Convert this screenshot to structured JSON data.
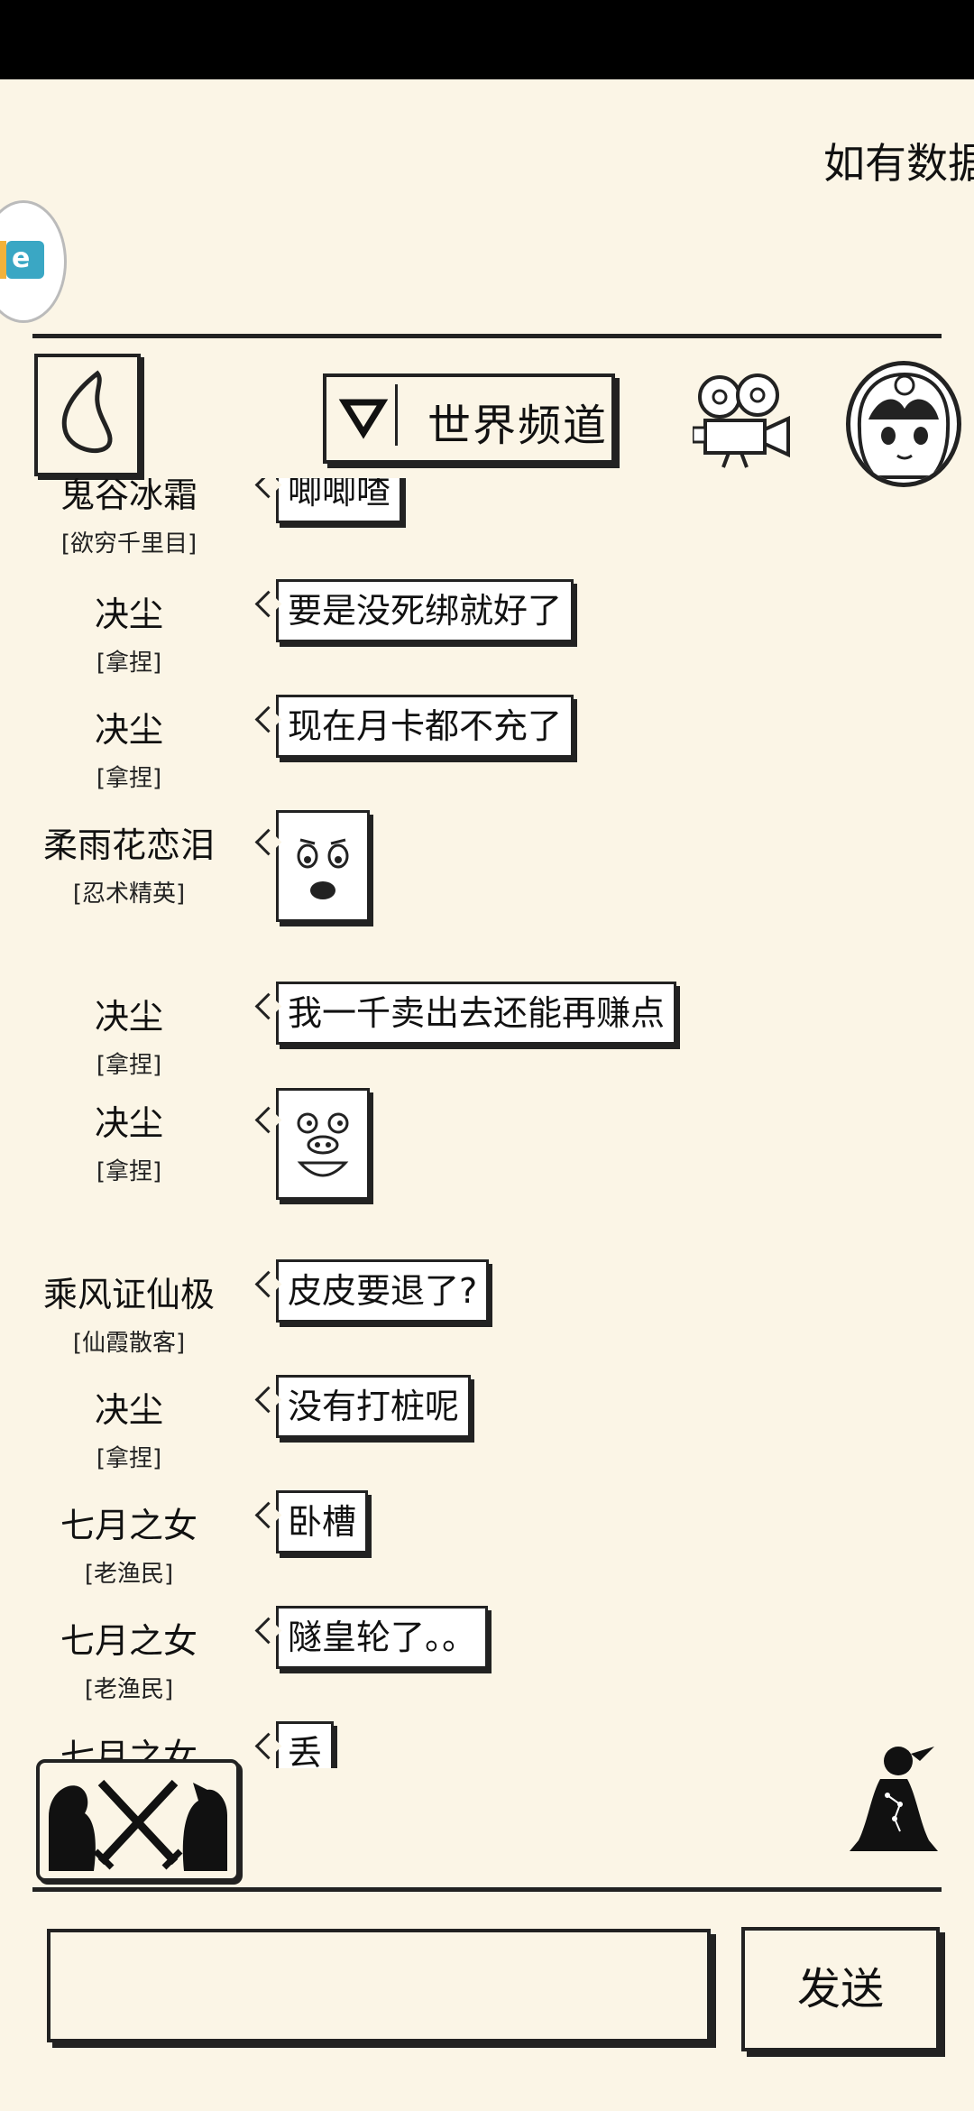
{
  "marquee": "如有数据",
  "header": {
    "channel": "世界频道"
  },
  "messages": [
    {
      "name": "鬼谷冰霜",
      "title": "[欲穷千里目]",
      "text": "唧唧喳"
    },
    {
      "name": "决尘",
      "title": "[拿捏]",
      "text": "要是没死绑就好了"
    },
    {
      "name": "决尘",
      "title": "[拿捏]",
      "text": "现在月卡都不充了"
    },
    {
      "name": "柔雨花恋泪",
      "title": "[忍术精英]",
      "sticker": "surprised-face-sticker"
    },
    {
      "name": "决尘",
      "title": "[拿捏]",
      "text": "我一千卖出去还能再赚点"
    },
    {
      "name": "决尘",
      "title": "[拿捏]",
      "sticker": "pig-face-sticker"
    },
    {
      "name": "乘风证仙极",
      "title": "[仙霞散客]",
      "text": "皮皮要退了?"
    },
    {
      "name": "决尘",
      "title": "[拿捏]",
      "text": "没有打桩呢"
    },
    {
      "name": "七月之女",
      "title": "[老渔民]",
      "text": "卧槽"
    },
    {
      "name": "七月之女",
      "title": "[老渔民]",
      "text": "隧皇轮了。。"
    },
    {
      "name": "七月之女",
      "title": "",
      "text": "丢"
    }
  ],
  "input": {
    "value": "",
    "placeholder": ""
  },
  "send_label": "发送",
  "icons": {
    "back": "back-arrow-icon",
    "dropdown": "triangle-down-icon",
    "camera": "movie-camera-icon",
    "avatar": "girl-avatar",
    "duel": "crossed-swords-duel-icon",
    "meditate": "meditating-figure-icon",
    "side": "app-logo-icon"
  },
  "colors": {
    "background": "#fbf5e6",
    "ink": "#111111"
  }
}
